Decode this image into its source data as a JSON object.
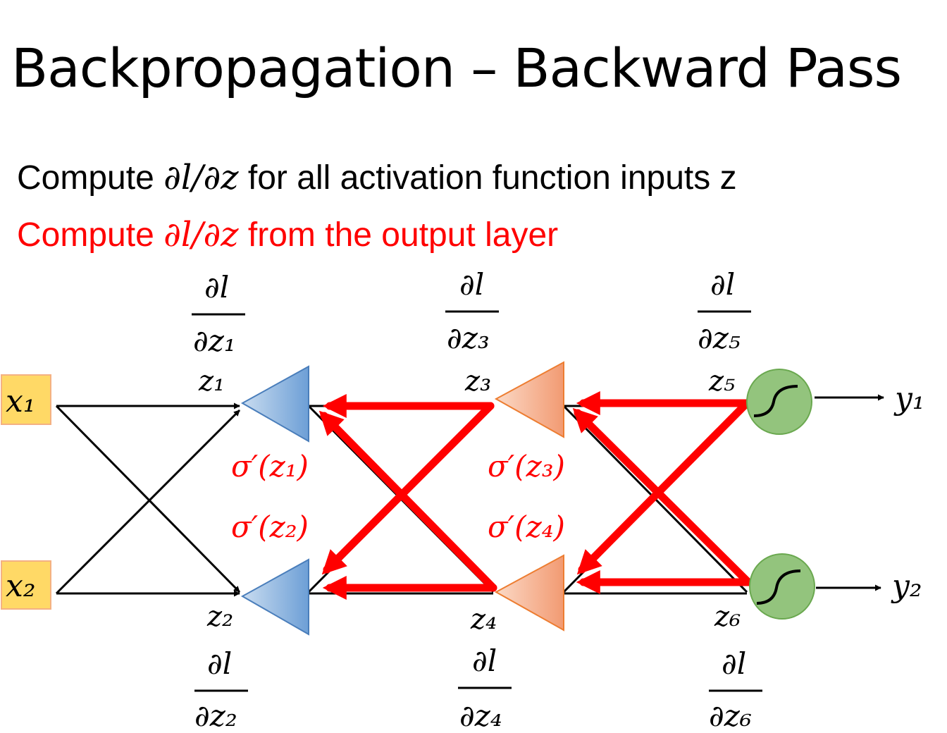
{
  "title": "Backpropagation – Backward Pass",
  "subtitle_line1": {
    "prefix": "Compute ",
    "math": "∂l/∂z",
    "suffix": " for all activation function inputs z"
  },
  "subtitle_line2": {
    "prefix": "Compute ",
    "math": "∂l/∂z",
    "suffix": " from the output layer"
  },
  "colors": {
    "accent": "#ff0000",
    "input_fill": "#ffd966",
    "blue_node": "#7aa7d8",
    "orange_node": "#f4a582",
    "green_node": "#93c47d"
  },
  "nodes": {
    "x1": "x₁",
    "x2": "x₂",
    "z1": "z₁",
    "z2": "z₂",
    "z3": "z₃",
    "z4": "z₄",
    "z5": "z₅",
    "z6": "z₆",
    "y1": "y₁",
    "y2": "y₂"
  },
  "gradients": {
    "numerator": "∂l",
    "g1": "∂z₁",
    "g2": "∂z₂",
    "g3": "∂z₃",
    "g4": "∂z₄",
    "g5": "∂z₅",
    "g6": "∂z₆"
  },
  "sigma": {
    "s1": "σ′(z₁)",
    "s2": "σ′(z₂)",
    "s3": "σ′(z₃)",
    "s4": "σ′(z₄)"
  }
}
